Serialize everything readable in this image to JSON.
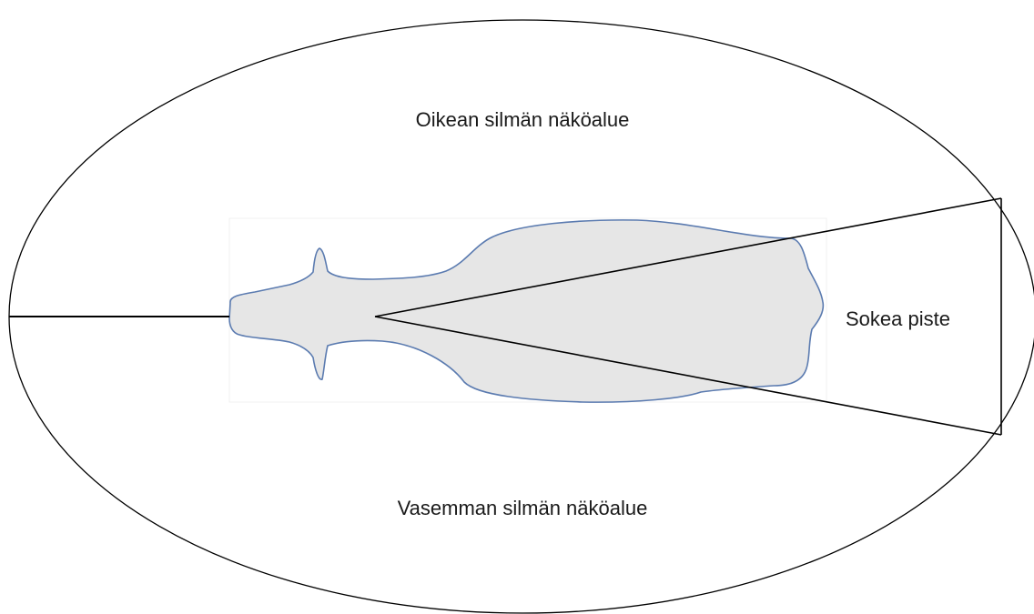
{
  "labels": {
    "right_eye_field": "Oikean silmän näköalue",
    "left_eye_field": "Vasemman silmän näköalue",
    "blind_spot": "Sokea piste"
  },
  "colors": {
    "background": "#ffffff",
    "outline": "#000000",
    "animal_fill": "#e6e6e6",
    "animal_outline": "#5b7bb0",
    "text": "#1a1a1a"
  }
}
